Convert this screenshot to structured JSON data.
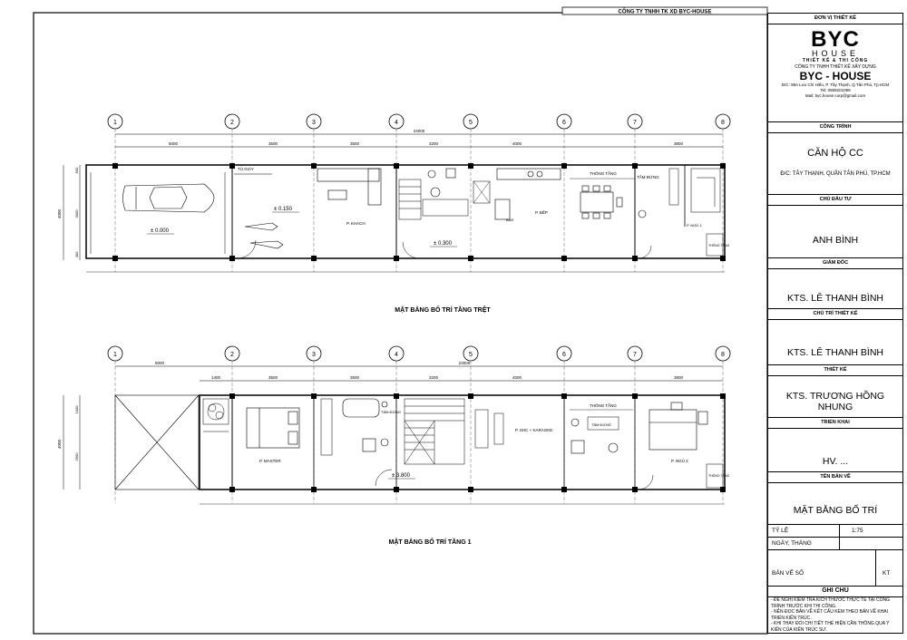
{
  "header": {
    "company_strip": "CÔNG TY TNHH TK XD BYC-HOUSE"
  },
  "title_block": {
    "designer_unit_label": "ĐƠN VỊ THIẾT KẾ",
    "logo_main": "BYC",
    "logo_house": "HOUSE",
    "logo_slogan": "THIẾT KẾ & THI CÔNG",
    "company_full": "CÔNG TY TNHH THIẾT KẾ XÂY DỰNG",
    "company_short": "BYC - HOUSE",
    "address": "Đ/C: 98A Lưu Chí Hiếu, P. Tây Thạnh, Q.Tân Phú, Tp.HCM",
    "tel": "Tel: 0908201099",
    "mail": "Mail: byc.house.corp@gmail.com",
    "project_label": "CÔNG TRÌNH",
    "project_name": "CĂN HỘ CC",
    "project_address": "Đ/C: TÂY THẠNH, QUẬN TÂN PHÚ, TP.HCM",
    "investor_label": "CHỦ ĐẦU TƯ",
    "investor": "ANH BÌNH",
    "director_label": "GIÁM ĐỐC",
    "director": "KTS. LÊ THANH BÌNH",
    "chief_designer_label": "CHỦ TRÌ THIẾT KẾ",
    "chief_designer": "KTS. LÊ THANH BÌNH",
    "designer_label": "THIẾT KẾ",
    "designer": "KTS. TRƯƠNG HỒNG NHUNG",
    "deploy_label": "TRIỂN KHAI",
    "deploy": "HV. ...",
    "drawing_title_label": "TÊN BẢN VẼ",
    "drawing_title": "MẶT BẰNG BỐ TRÍ",
    "scale_label": "TỶ LỆ",
    "scale": "1:75",
    "date_label": "NGÀY, THÁNG",
    "sheet_label": "BẢN VẼ SỐ",
    "sheet_no": "KT",
    "notes_label": "GHI CHÚ",
    "notes": [
      "- ĐỀ NGHỊ KIỂM TRA KÍCH THƯỚC THỰC TẾ TẠI CÔNG TRÌNH TRƯỚC KHI THI CÔNG.",
      "- NÊN ĐỌC BẢN VẼ KẾT CẤU KÈM THEO BẢN VẼ KHAI TRIỂN KIẾN TRÚC.",
      "- KHI THAY ĐỔI CHI TIẾT THỂ HIỆN CẦN THÔNG QUA Ý KIẾN CỦA KIẾN TRÚC SƯ."
    ]
  },
  "plans": {
    "ground": {
      "caption": "MẶT BẰNG BỐ TRÍ TẦNG TRỆT",
      "axes": [
        "1",
        "2",
        "3",
        "4",
        "5",
        "6",
        "7",
        "8"
      ],
      "total_dim": "24000",
      "dims": [
        "5000",
        "3500",
        "3500",
        "3200",
        "4000",
        "3800"
      ],
      "side_dims": [
        "4000",
        "600",
        "3000",
        "400"
      ],
      "rooms": {
        "tu_giay": "TỦ GIÀY",
        "khach": "P. KHÁCH",
        "bep": "P. BẾP",
        "thong_tang": "THÔNG TẦNG",
        "tam_dung": "TẮM ĐỨNG",
        "ngu1": "P. NGỦ 1",
        "thong_tang2": "THÔNG TẦNG",
        "bar": "BAR"
      },
      "levels": [
        "± 0.000",
        "± 0.150",
        "± 0.300"
      ]
    },
    "first": {
      "caption": "MẶT BẰNG BỐ TRÍ TẦNG 1",
      "axes": [
        "1",
        "2",
        "3",
        "4",
        "5",
        "6",
        "7",
        "8"
      ],
      "total_dim": "23000",
      "top_dim": "5000",
      "dims": [
        "1400",
        "3500",
        "3500",
        "3200",
        "4000",
        "3800"
      ],
      "side_dims": [
        "4000",
        "1000",
        "2900"
      ],
      "rooms": {
        "master": "P. MASTER",
        "tam_dung": "TẮM ĐỨNG",
        "sinh_hoat": "P. SHC + KARAOKE",
        "thong_tang": "THÔNG TẦNG",
        "tam_dung2": "TẮM ĐỨNG",
        "ngu2": "P. NGỦ 2",
        "thong_tang2": "THÔNG TẦNG"
      },
      "levels": [
        "± 3.800"
      ]
    }
  }
}
